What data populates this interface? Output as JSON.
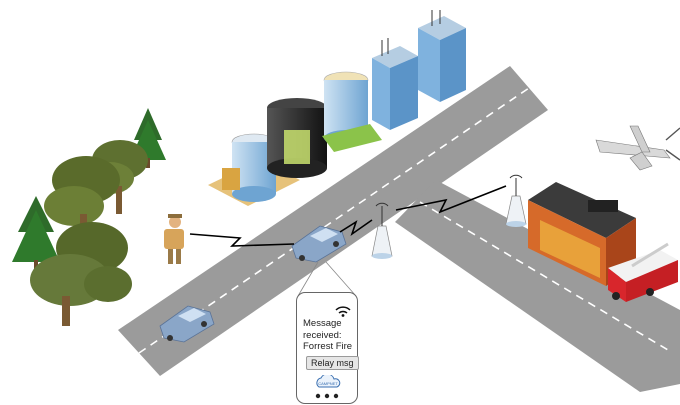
{
  "phone": {
    "message_line1": "Message",
    "message_line2": "received:",
    "message_line3": "Forrest Fire",
    "button_label": "Relay msg",
    "logo_text": "CAMPNET"
  },
  "colors": {
    "road": "#9a9a9a",
    "road_marking": "#ffffff",
    "car": "#8aa6c8",
    "tree": "#5c6e2a",
    "conifer": "#2e6b2a",
    "signal": "#000000",
    "fire_truck": "#d8262c",
    "station_roof": "#3b3b3b",
    "building_glass": "#7fb2de"
  },
  "icons": [
    "pine-tree-icon",
    "oak-tree-icon",
    "hiker-icon",
    "car-icon",
    "cell-tower-icon",
    "office-building-icon",
    "fire-station-icon",
    "fire-truck-icon",
    "drone-icon",
    "wifi-icon",
    "cloud-logo-icon",
    "lightning-link-icon",
    "smartphone-icon"
  ]
}
